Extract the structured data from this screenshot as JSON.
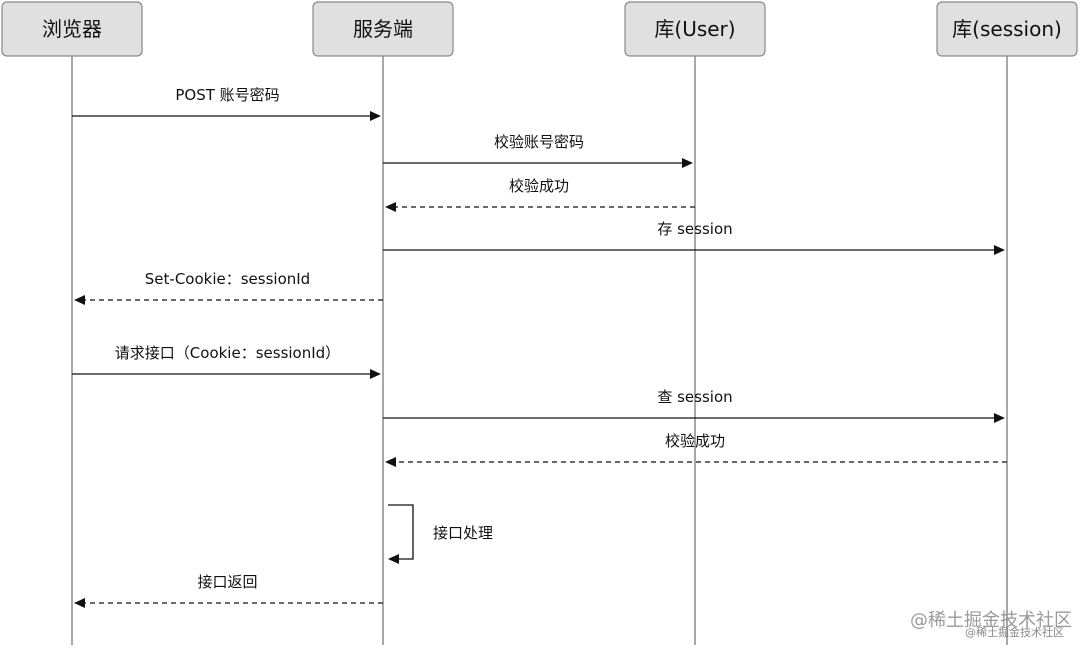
{
  "actors": [
    {
      "id": "browser",
      "label": "浏览器"
    },
    {
      "id": "server",
      "label": "服务端"
    },
    {
      "id": "user_db",
      "label": "库(User)"
    },
    {
      "id": "session_db",
      "label": "库(session)"
    }
  ],
  "messages": [
    {
      "from": "browser",
      "to": "server",
      "label": "POST 账号密码",
      "style": "solid"
    },
    {
      "from": "server",
      "to": "user_db",
      "label": "校验账号密码",
      "style": "solid"
    },
    {
      "from": "user_db",
      "to": "server",
      "label": "校验成功",
      "style": "dashed"
    },
    {
      "from": "server",
      "to": "session_db",
      "label": "存 session",
      "style": "solid"
    },
    {
      "from": "server",
      "to": "browser",
      "label": "Set-Cookie：sessionId",
      "style": "dashed"
    },
    {
      "from": "browser",
      "to": "server",
      "label": "请求接口（Cookie：sessionId）",
      "style": "solid"
    },
    {
      "from": "server",
      "to": "session_db",
      "label": "查 session",
      "style": "solid"
    },
    {
      "from": "session_db",
      "to": "server",
      "label": "校验成功",
      "style": "dashed"
    },
    {
      "from": "server",
      "to": "server",
      "label": "接口处理",
      "style": "self"
    },
    {
      "from": "server",
      "to": "browser",
      "label": "接口返回",
      "style": "dashed"
    }
  ],
  "watermark": {
    "main": "@稀土掘金技术社区",
    "small": "@稀土掘金技术社区"
  }
}
